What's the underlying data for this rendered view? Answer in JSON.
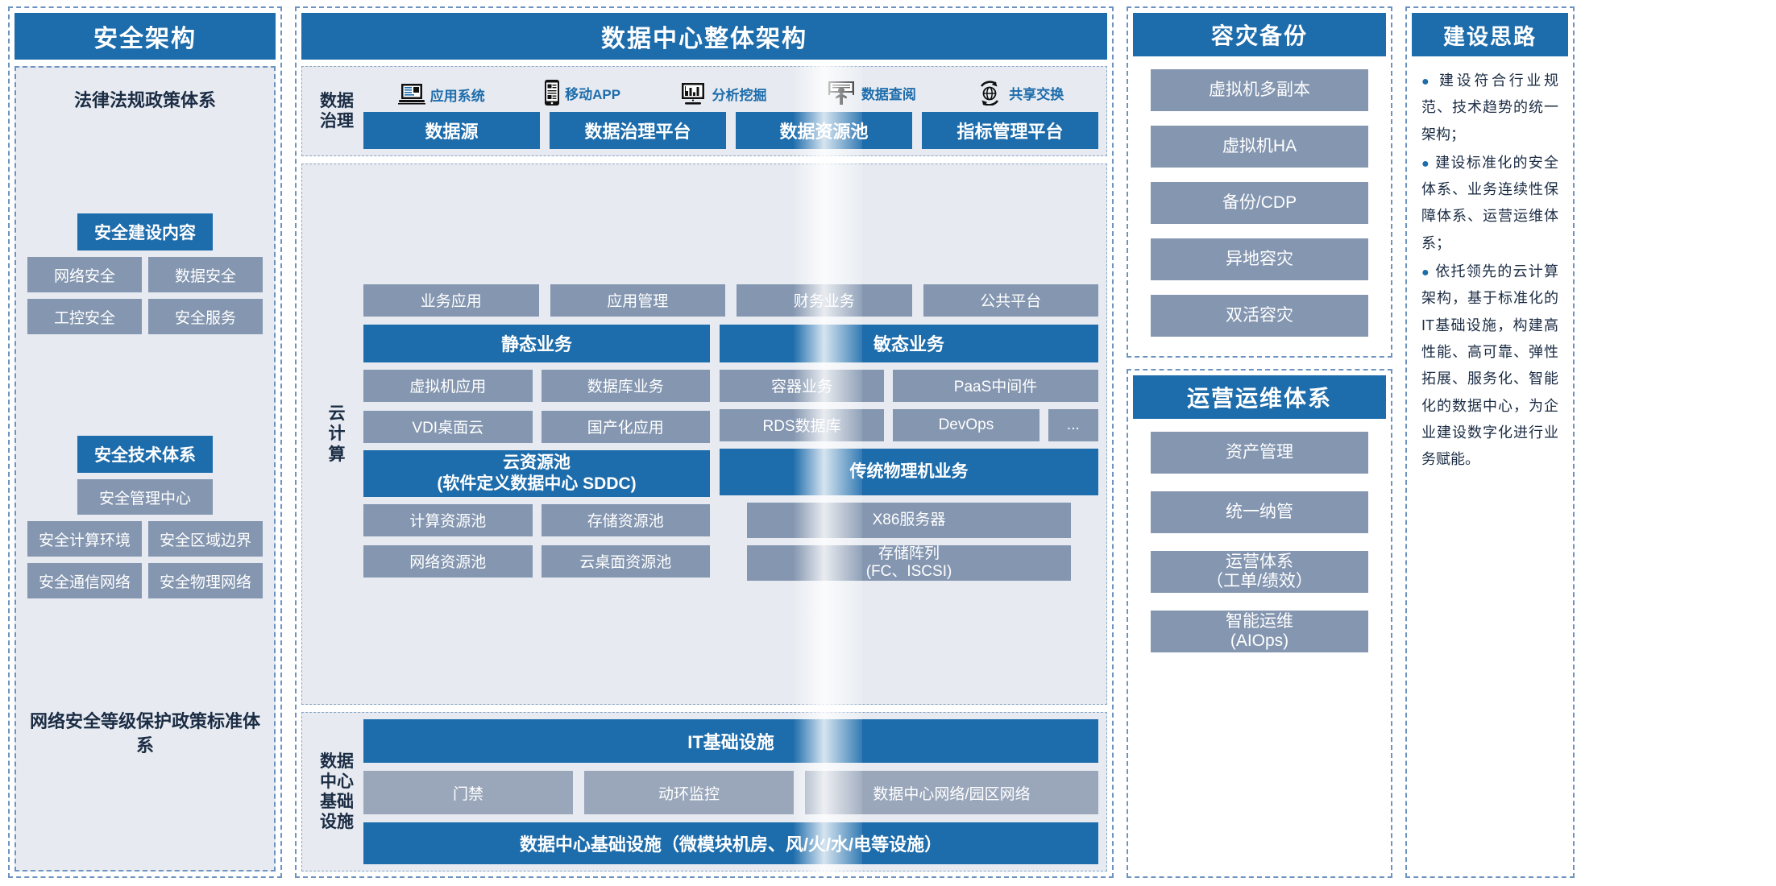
{
  "security": {
    "title": "安全架构",
    "legal_title": "法律法规政策体系",
    "build_content_title": "安全建设内容",
    "build_content_items": [
      "网络安全",
      "数据安全",
      "工控安全",
      "安全服务"
    ],
    "tech_title": "安全技术体系",
    "tech_center": "安全管理中心",
    "tech_items": [
      "安全计算环境",
      "安全区域边界",
      "安全通信网络",
      "安全物理网络"
    ],
    "standard_title": "网络安全等级保护政策标准体系"
  },
  "center": {
    "title": "数据中心整体架构",
    "governance": {
      "label": "数据\n治理",
      "label_line1": "数据",
      "label_line2": "治理",
      "icons": [
        {
          "name": "应用系统",
          "icon": "laptop-icon"
        },
        {
          "name": "移动APP",
          "icon": "mobile-icon"
        },
        {
          "name": "分析挖掘",
          "icon": "monitor-chart-icon"
        },
        {
          "name": "数据查阅",
          "icon": "person-board-icon"
        },
        {
          "name": "共享交换",
          "icon": "globe-exchange-icon"
        }
      ],
      "boxes": [
        "数据源",
        "数据治理平台",
        "数据资源池",
        "指标管理平台"
      ]
    },
    "cloud": {
      "label_chars": [
        "云",
        "计",
        "算"
      ],
      "apps": [
        "业务应用",
        "应用管理",
        "财务业务",
        "公共平台"
      ],
      "static_band": "静态业务",
      "agile_band": "敏态业务",
      "static_items": [
        "虚拟机应用",
        "数据库业务",
        "VDI桌面云",
        "国产化应用"
      ],
      "agile_items": [
        "容器业务",
        "PaaS中间件",
        "RDS数据库",
        "DevOps",
        "..."
      ],
      "pool_band_line1": "云资源池",
      "pool_band_line2": "(软件定义数据中心 SDDC)",
      "pool_items": [
        "计算资源池",
        "存储资源池",
        "网络资源池",
        "云桌面资源池"
      ],
      "physical_band": "传统物理机业务",
      "physical_items": [
        {
          "line1": "X86服务器",
          "line2": ""
        },
        {
          "line1": "存储阵列",
          "line2": "(FC、ISCSI)"
        }
      ]
    },
    "infra": {
      "label_chars": [
        "数据",
        "中心",
        "基础",
        "设施"
      ],
      "it_band": "IT基础设施",
      "items": [
        "门禁",
        "动环监控",
        "数据中心网络/园区网络"
      ],
      "bottom_band": "数据中心基础设施（微模块机房、风/火/水/电等设施）"
    }
  },
  "dr": {
    "title": "容灾备份",
    "items": [
      "虚拟机多副本",
      "虚拟机HA",
      "备份/CDP",
      "异地容灾",
      "双活容灾"
    ]
  },
  "ops": {
    "title": "运营运维体系",
    "items": [
      {
        "line1": "资产管理",
        "line2": ""
      },
      {
        "line1": "统一纳管",
        "line2": ""
      },
      {
        "line1": "运营体系",
        "line2": "（工单/绩效）"
      },
      {
        "line1": "智能运维",
        "line2": "(AIOps)"
      }
    ]
  },
  "idea": {
    "title": "建设思路",
    "bullets": [
      "建设符合行业规范、技术趋势的统一架构；",
      "建设标准化的安全体系、业务连续性保障体系、运营运维体系；",
      "依托领先的云计算架构，基于标准化的IT基础设施，构建高性能、高可靠、弹性拓展、服务化、智能化的数据中心，为企业建设数字化进行业务赋能。"
    ]
  },
  "colors": {
    "brand_blue": "#1d6cab",
    "slate": "#8496b0",
    "panel_bg": "#e7ebf1",
    "dash_border": "#6f93c0"
  }
}
